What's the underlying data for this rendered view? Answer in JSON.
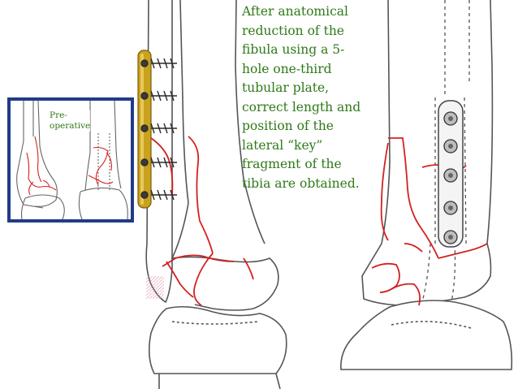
{
  "caption": {
    "lines": [
      "After anatomical",
      "reduction of the",
      "fibula using a 5-",
      "hole one-third",
      "tubular plate,",
      "correct length and",
      "position of the",
      "lateral “key”",
      "fragment of the",
      "tibia are obtained."
    ]
  },
  "inset": {
    "label_lines": [
      "Pre-",
      "operative"
    ]
  },
  "colors": {
    "caption_text": "#2e7a18",
    "inset_border": "#203c88",
    "bone_outline": "#555555",
    "fracture_line": "#d42020",
    "plate": "#c9a21e",
    "screw": "#2a2a2a"
  },
  "icons": {
    "plate": "bone-plate-icon",
    "screw": "screw-icon"
  }
}
